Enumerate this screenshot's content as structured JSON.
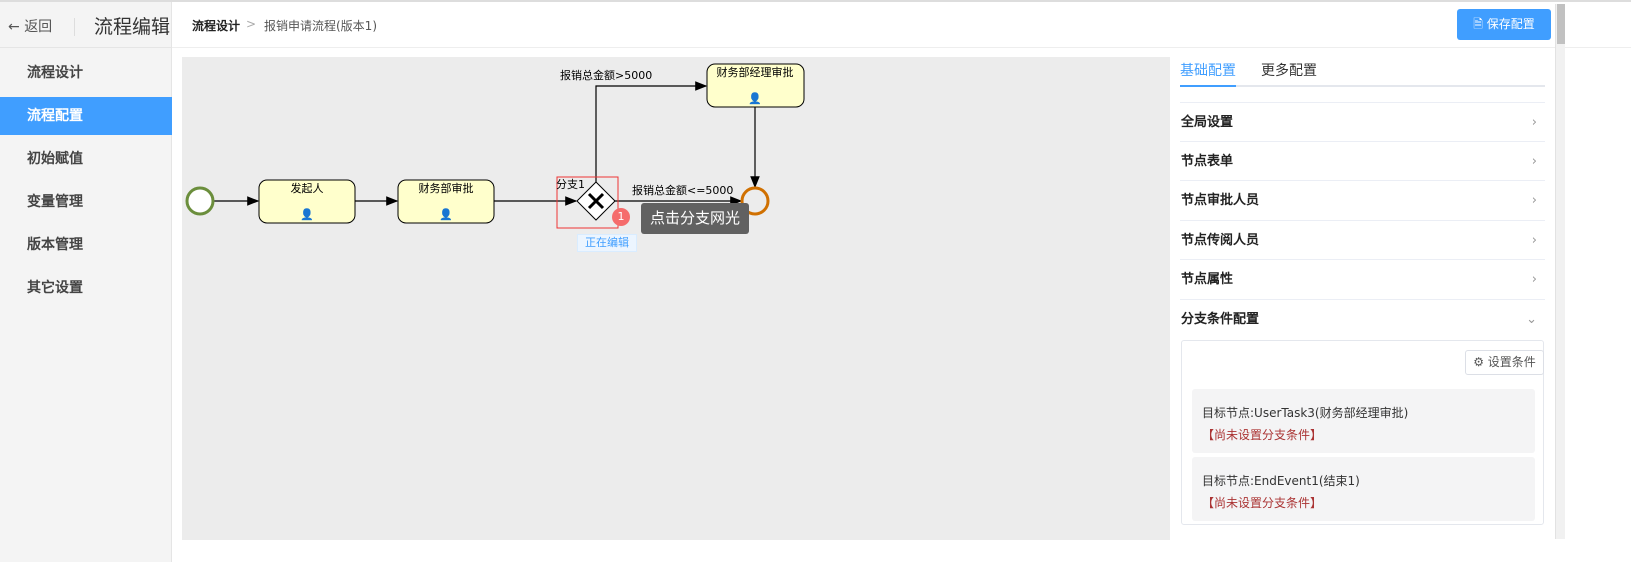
{
  "header": {
    "back_label": "返回",
    "page_title": "流程编辑",
    "breadcrumb": [
      "流程设计",
      "报销申请流程(版本1)"
    ],
    "breadcrumb_sep": ">",
    "save_label": "保存配置"
  },
  "sidebar": {
    "items": [
      {
        "label": "流程设计"
      },
      {
        "label": "流程配置",
        "active": true
      },
      {
        "label": "初始赋值"
      },
      {
        "label": "变量管理"
      },
      {
        "label": "版本管理"
      },
      {
        "label": "其它设置"
      }
    ]
  },
  "diagram": {
    "tasks": [
      "发起人",
      "财务部审批",
      "财务部经理审批"
    ],
    "gateway_label": "分支1",
    "flow_labels": [
      "报销总金额>5000",
      "报销总金额<=5000"
    ],
    "badge": "1",
    "tooltip": "点击分支网光",
    "editing_tag": "正在编辑"
  },
  "panel": {
    "tabs": [
      "基础配置",
      "更多配置"
    ],
    "sections": [
      "全局设置",
      "节点表单",
      "节点审批人员",
      "节点传阅人员",
      "节点属性",
      "分支条件配置"
    ],
    "set_condition_label": "设置条件",
    "conditions": [
      {
        "target": "目标节点:UserTask3(财务部经理审批)",
        "warning": "【尚未设置分支条件】"
      },
      {
        "target": "目标节点:EndEvent1(结束1)",
        "warning": "【尚未设置分支条件】"
      }
    ]
  },
  "colors": {
    "accent": "#409eff",
    "start": "#6b8e3c",
    "end": "#d07000",
    "task_fill": "#ffffcc",
    "warning": "#a33333"
  }
}
